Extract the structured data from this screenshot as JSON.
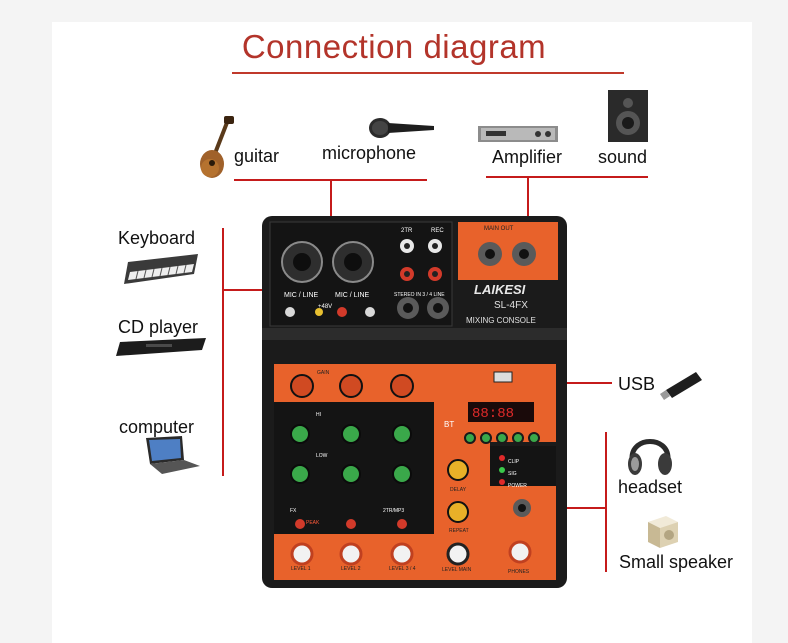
{
  "title": "Connection diagram",
  "top_devices": {
    "guitar": "guitar",
    "microphone": "microphone",
    "amplifier": "Amplifier",
    "sound": "sound"
  },
  "left_devices": {
    "keyboard": "Keyboard",
    "cd_player": "CD player",
    "computer": "computer"
  },
  "right_devices": {
    "usb": "USB",
    "headset": "headset",
    "small_speaker": "Small speaker"
  },
  "mixer": {
    "brand": "LAIKESI",
    "model": "SL-4FX",
    "subtitle": "MIXING CONSOLE",
    "mic_line_1": "MIC / LINE",
    "mic_line_2": "MIC / LINE",
    "phantom": "+48V",
    "main_out": "MAIN OUT",
    "two_tr": "2TR",
    "rec": "REC",
    "stereo_in": "STEREO IN 3 / 4 LINE",
    "bt": "BT",
    "clip": "CLIP",
    "sig": "SIG",
    "power": "POWER",
    "delay": "DELAY",
    "repeat": "REPEAT",
    "level_main": "LEVEL MAIN",
    "phones": "PHONES",
    "level_1": "LEVEL 1",
    "level_2": "LEVEL 2",
    "level_3": "LEVEL 3 / 4",
    "peak": "PEAK",
    "gain": "GAIN",
    "hi": "HI",
    "low": "LOW",
    "fx": "FX",
    "fx_3": "2TR/MP3"
  },
  "colors": {
    "title": "#b3342a",
    "connector_line": "#c51b1b",
    "mixer_body": "#1b1b1b",
    "mixer_orange": "#e8622b"
  }
}
